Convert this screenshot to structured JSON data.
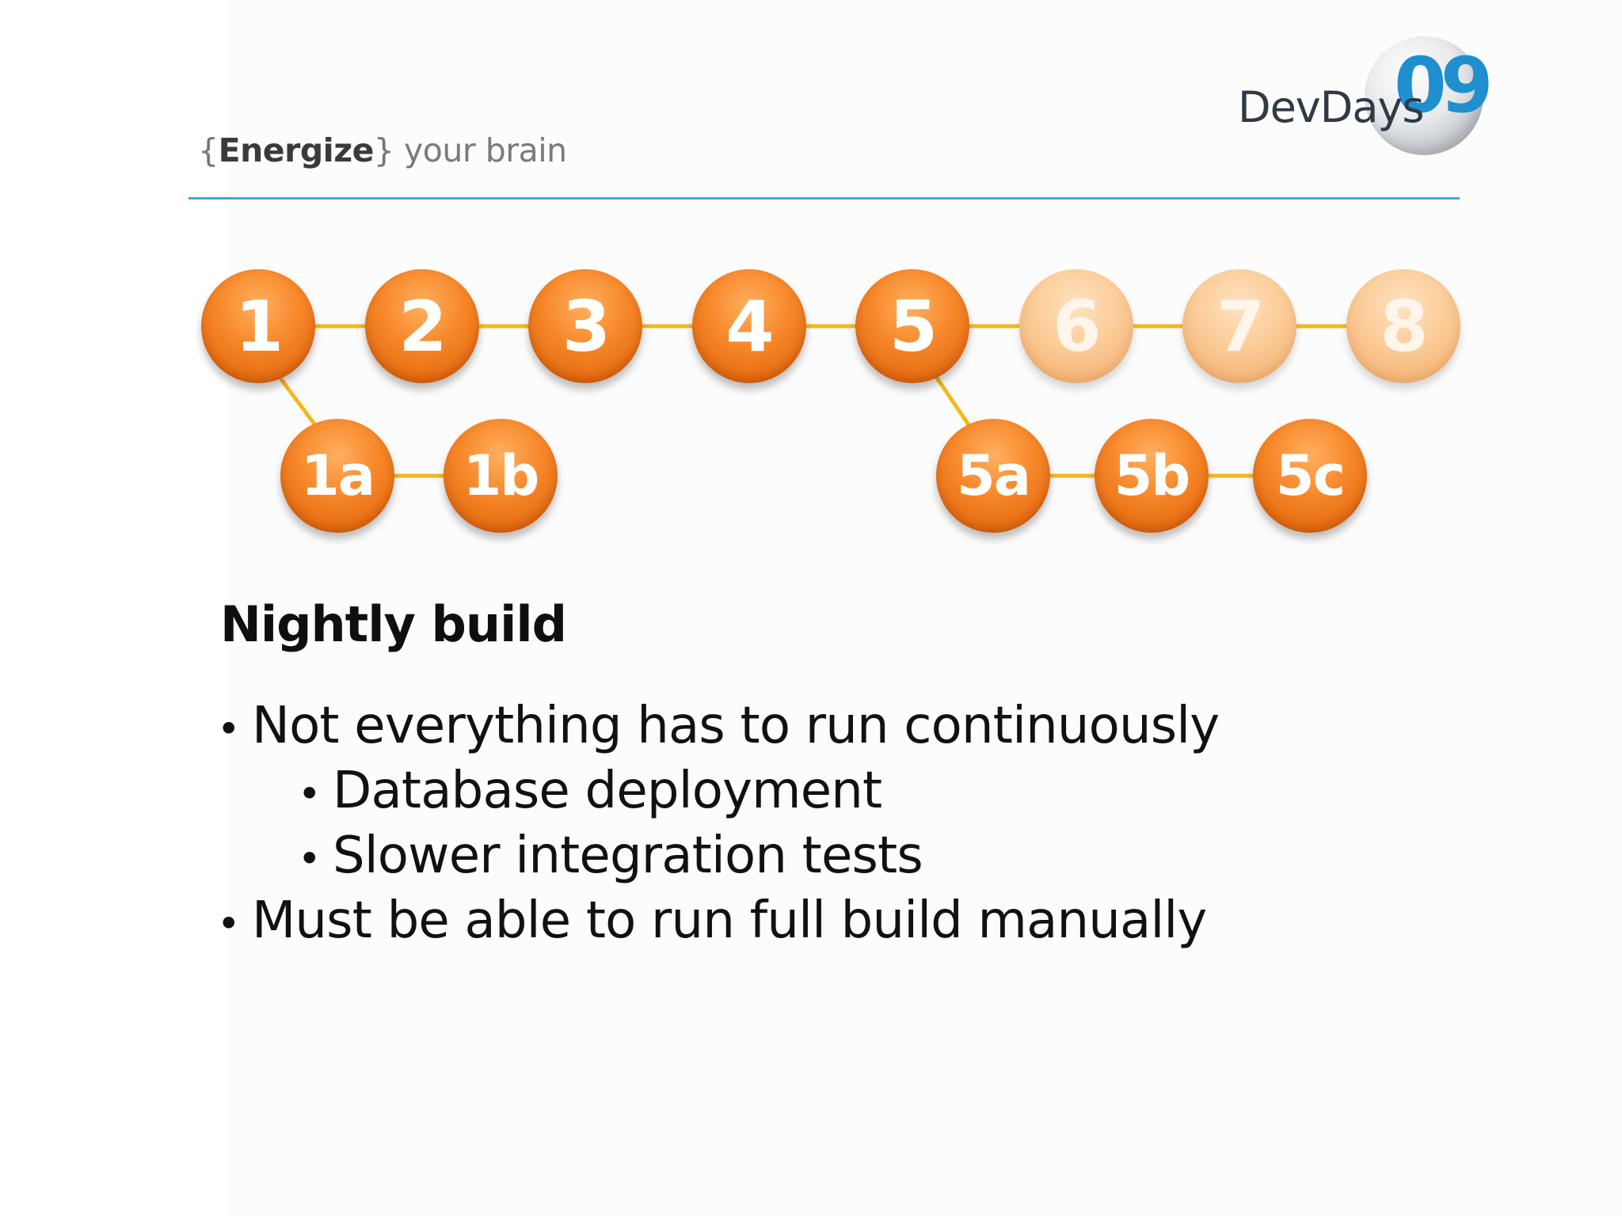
{
  "header": {
    "tagline_open_brace": "{",
    "tagline_strong": "Energize",
    "tagline_close_brace": "}",
    "tagline_rest": " your brain",
    "logo_text": "DevDays",
    "logo_number": "09"
  },
  "pipeline": {
    "main_nodes": [
      {
        "label": "1",
        "faded": false
      },
      {
        "label": "2",
        "faded": false
      },
      {
        "label": "3",
        "faded": false
      },
      {
        "label": "4",
        "faded": false
      },
      {
        "label": "5",
        "faded": false
      },
      {
        "label": "6",
        "faded": true
      },
      {
        "label": "7",
        "faded": true
      },
      {
        "label": "8",
        "faded": true
      }
    ],
    "branch_a_nodes": [
      {
        "label": "1a",
        "faded": false
      },
      {
        "label": "1b",
        "faded": false
      }
    ],
    "branch_b_nodes": [
      {
        "label": "5a",
        "faded": false
      },
      {
        "label": "5b",
        "faded": false
      },
      {
        "label": "5c",
        "faded": false
      }
    ],
    "connector_color": "#f2b91e",
    "node_color": "#f07c1a",
    "faded_node_color": "#f8c48e"
  },
  "content": {
    "title": "Nightly build",
    "bullets": [
      {
        "level": 1,
        "text": "Not everything has to run continuously"
      },
      {
        "level": 2,
        "text": "Database deployment"
      },
      {
        "level": 2,
        "text": "Slower integration tests"
      },
      {
        "level": 1,
        "text": "Must be able to run full build manually"
      }
    ],
    "bullet_glyph": "•"
  }
}
